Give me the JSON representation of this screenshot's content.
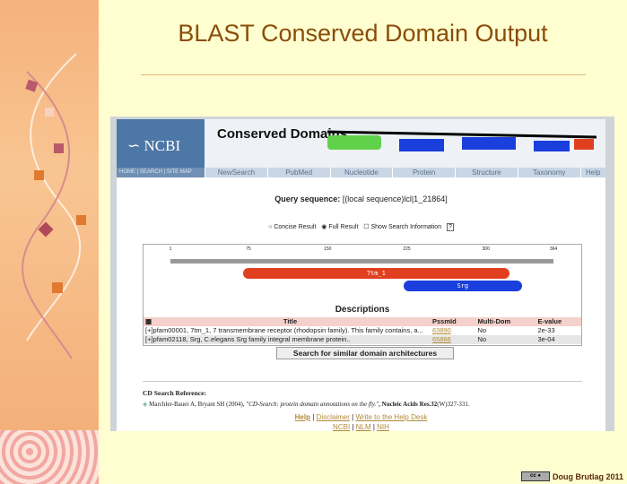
{
  "slide": {
    "title": "BLAST Conserved Domain Output",
    "credit": "Doug Brutlag 2011",
    "license_icon": "cc-by-icon"
  },
  "ncbi": {
    "logo": "NCBI",
    "banner": "Conserved Domains",
    "small_nav": "HOME | SEARCH | SITE MAP",
    "nav": [
      "NewSearch",
      "PubMed",
      "Nucleotide",
      "Protein",
      "Structure",
      "Taxonomy",
      "Help"
    ]
  },
  "query": {
    "label": "Query sequence:",
    "value": "[(local sequence)lcl|1_21864]"
  },
  "options": {
    "concise": "Concise Result",
    "full": "Full Result",
    "show": "Show Search Information",
    "help": "?"
  },
  "graphic": {
    "ticks": [
      "1",
      "75",
      "150",
      "225",
      "300",
      "364"
    ],
    "length": 364,
    "domains": [
      {
        "name": "7tm_1",
        "start": 70,
        "end": 322,
        "color": "#e0401f"
      },
      {
        "name": "Srg",
        "start": 222,
        "end": 334,
        "color": "#1a3fdc"
      }
    ]
  },
  "descriptions": {
    "heading": "Descriptions",
    "columns": [
      "Title",
      "PssmId",
      "Multi-Dom",
      "E-value"
    ],
    "rows": [
      {
        "title": "[+]pfam00001, 7tm_1, 7 transmembrane receptor (rhodopsin family). This family contains, a...",
        "pssmid": "63890",
        "multi": "No",
        "evalue": "2e-33"
      },
      {
        "title": "[+]pfam02118, Srg, C.elegans Srg family integral membrane protein..",
        "pssmid": "65866",
        "multi": "No",
        "evalue": "3e-04"
      }
    ]
  },
  "search_button": "Search for similar domain architectures",
  "reference": {
    "heading": "CD Search Reference:",
    "authors": "Marchler-Bauer A, Bryant SH (2004), ",
    "title": "\"CD-Search: protein domain annotations on the fly.\"",
    "journal": ", Nucleic Acids Res.32",
    "pages": "(W)327-331."
  },
  "footer": {
    "help": "Help",
    "disclaimer": "Disclaimer",
    "write": "Write to the Help Desk",
    "ncbi": "NCBI",
    "nlm": "NLM",
    "nih": "NIH",
    "sep": "|"
  }
}
